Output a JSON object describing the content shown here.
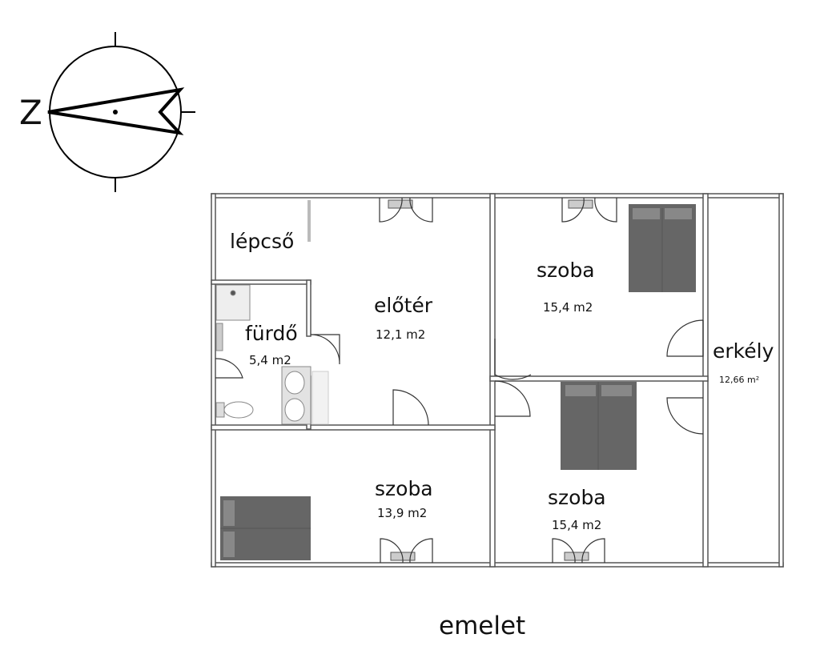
{
  "compass": {
    "letter": "Z"
  },
  "rooms": {
    "lepcso": {
      "name": "lépcső"
    },
    "eloter": {
      "name": "előtér",
      "area": "12,1 m2"
    },
    "furdo": {
      "name": "fürdő",
      "area": "5,4 m2"
    },
    "szoba_top": {
      "name": "szoba",
      "area": "15,4 m2"
    },
    "szoba_bottom_left": {
      "name": "szoba",
      "area": "13,9 m2"
    },
    "szoba_bottom_right": {
      "name": "szoba",
      "area": "15,4 m2"
    },
    "erkely": {
      "name": "erkély",
      "area": "12,66 m²"
    }
  },
  "floor": {
    "label": "emelet"
  },
  "colors": {
    "wall": "#555555",
    "furniture": "#666666",
    "fixture": "#cccccc"
  }
}
